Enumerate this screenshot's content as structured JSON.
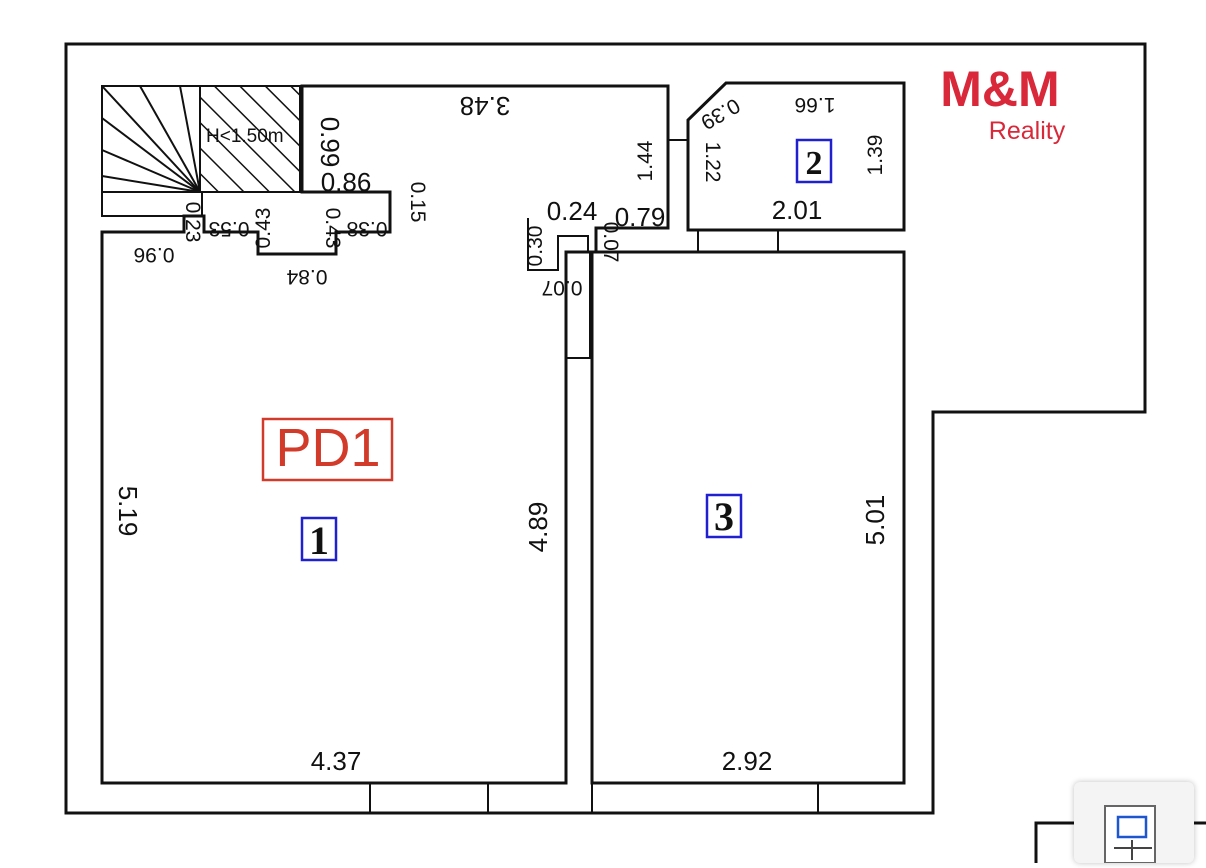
{
  "logo": {
    "brand": "M&M",
    "sub": "Reality"
  },
  "unit_label": "PD1",
  "stair_note": "H<1.50m",
  "rooms": [
    {
      "number": "1"
    },
    {
      "number": "2"
    },
    {
      "number": "3"
    }
  ],
  "dims": {
    "d_348": "3.48",
    "d_099": "0.99",
    "d_086": "0.86",
    "d_015": "0.15",
    "d_023": "0.23",
    "d_053": "0.53",
    "d_043a": "0.43",
    "d_043b": "0.43",
    "d_038": "0.38",
    "d_096": "0.96",
    "d_084": "0.84",
    "d_024": "0.24",
    "d_079": "0.79",
    "d_007a": "0.07",
    "d_030": "0.30",
    "d_007b": "0.07",
    "d_144": "1.44",
    "d_039": "0.39",
    "d_122": "1.22",
    "d_166": "1.66",
    "d_139": "1.39",
    "d_201": "2.01",
    "d_519": "5.19",
    "d_489": "4.89",
    "d_501": "5.01",
    "d_437": "4.37",
    "d_292": "2.92"
  },
  "colors": {
    "brand_red": "#d8283a",
    "label_red": "#d23a2a",
    "room_box_blue": "#2020d0",
    "line": "#111111"
  }
}
